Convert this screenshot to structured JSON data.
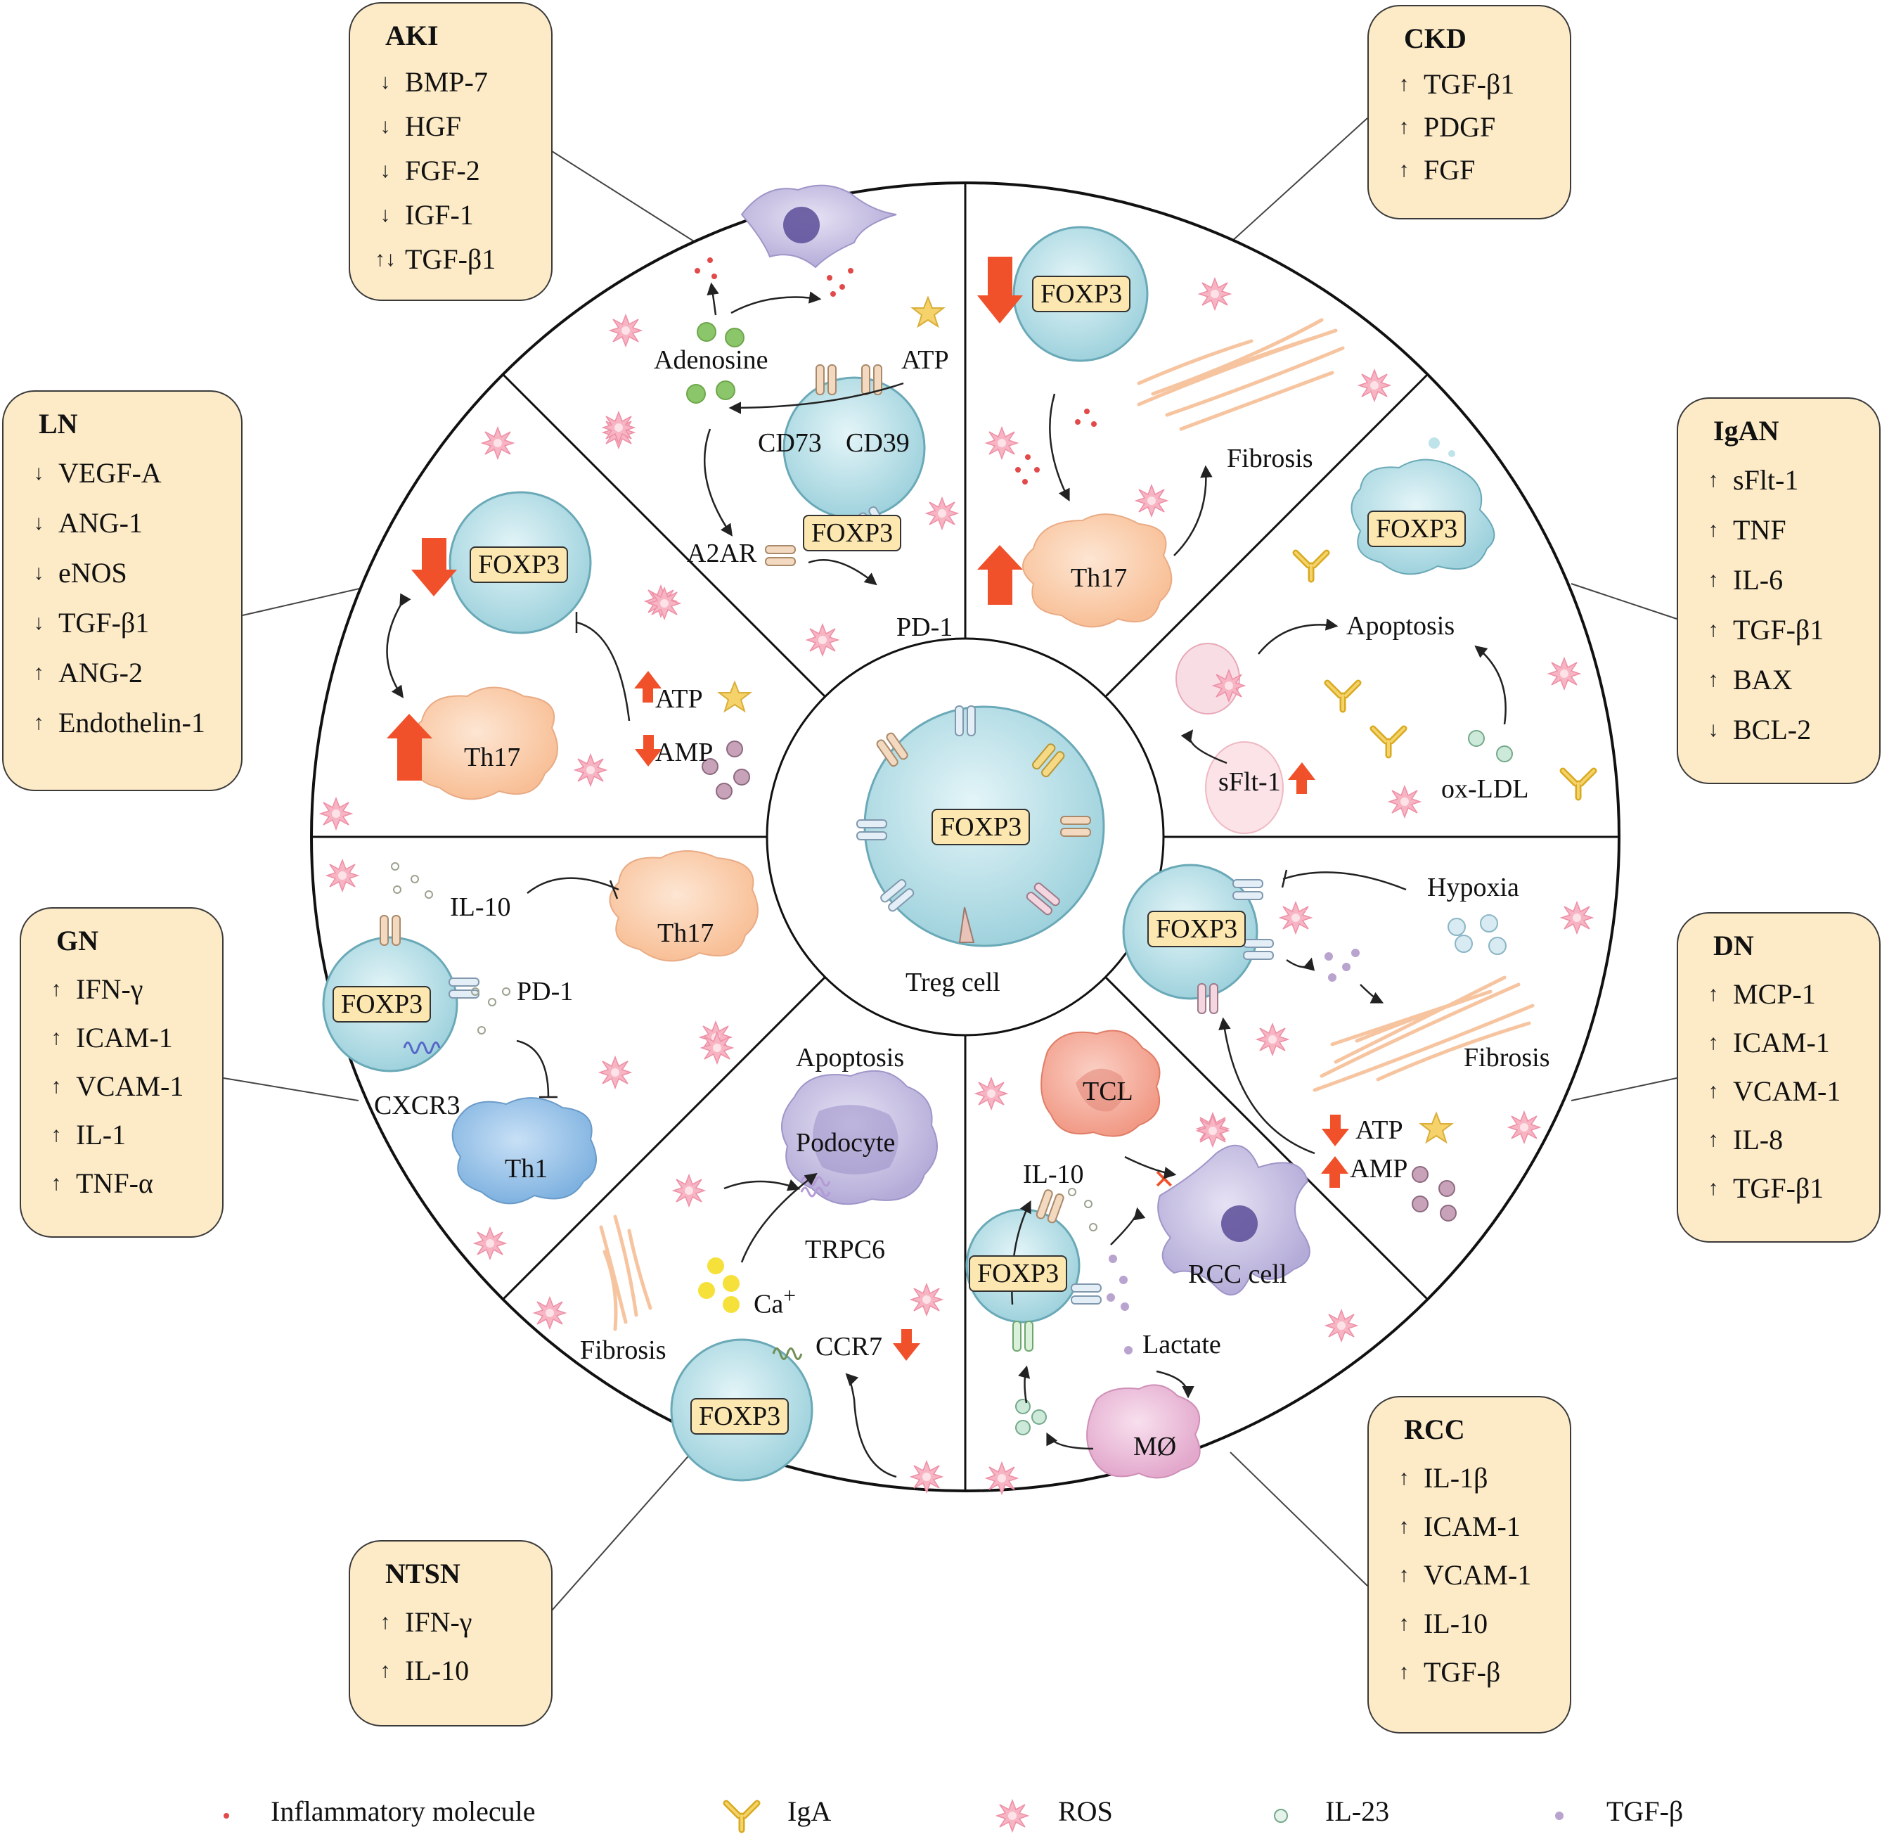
{
  "center": {
    "foxp3": "FOXP3",
    "caption": "Treg cell"
  },
  "boxes": {
    "aki": {
      "title": "AKI",
      "items": [
        {
          "dir": "↓",
          "text": "BMP-7"
        },
        {
          "dir": "↓",
          "text": "HGF"
        },
        {
          "dir": "↓",
          "text": "FGF-2"
        },
        {
          "dir": "↓",
          "text": "IGF-1"
        },
        {
          "dir": "↑↓",
          "text": "TGF-β1"
        }
      ]
    },
    "ckd": {
      "title": "CKD",
      "items": [
        {
          "dir": "↑",
          "text": "TGF-β1"
        },
        {
          "dir": "↑",
          "text": "PDGF"
        },
        {
          "dir": "↑",
          "text": "FGF"
        }
      ]
    },
    "ln": {
      "title": "LN",
      "items": [
        {
          "dir": "↓",
          "text": "VEGF-A"
        },
        {
          "dir": "↓",
          "text": "ANG-1"
        },
        {
          "dir": "↓",
          "text": "eNOS"
        },
        {
          "dir": "↓",
          "text": "TGF-β1"
        },
        {
          "dir": "↑",
          "text": "ANG-2"
        },
        {
          "dir": "↑",
          "text": "Endothelin-1"
        }
      ]
    },
    "igan": {
      "title": "IgAN",
      "items": [
        {
          "dir": "↑",
          "text": "sFlt-1"
        },
        {
          "dir": "↑",
          "text": "TNF"
        },
        {
          "dir": "↑",
          "text": "IL-6"
        },
        {
          "dir": "↑",
          "text": "TGF-β1"
        },
        {
          "dir": "↑",
          "text": "BAX"
        },
        {
          "dir": "↓",
          "text": "BCL-2"
        }
      ]
    },
    "gn": {
      "title": "GN",
      "items": [
        {
          "dir": "↑",
          "text": "IFN-γ"
        },
        {
          "dir": "↑",
          "text": "ICAM-1"
        },
        {
          "dir": "↑",
          "text": "VCAM-1"
        },
        {
          "dir": "↑",
          "text": "IL-1"
        },
        {
          "dir": "↑",
          "text": "TNF-α"
        }
      ]
    },
    "dn": {
      "title": "DN",
      "items": [
        {
          "dir": "↑",
          "text": "MCP-1"
        },
        {
          "dir": "↑",
          "text": "ICAM-1"
        },
        {
          "dir": "↑",
          "text": "VCAM-1"
        },
        {
          "dir": "↑",
          "text": "IL-8"
        },
        {
          "dir": "↑",
          "text": "TGF-β1"
        }
      ]
    },
    "ntsn": {
      "title": "NTSN",
      "items": [
        {
          "dir": "↑",
          "text": "IFN-γ"
        },
        {
          "dir": "↑",
          "text": "IL-10"
        }
      ]
    },
    "rcc": {
      "title": "RCC",
      "items": [
        {
          "dir": "↑",
          "text": "IL-1β"
        },
        {
          "dir": "↑",
          "text": "ICAM-1"
        },
        {
          "dir": "↑",
          "text": "VCAM-1"
        },
        {
          "dir": "↑",
          "text": "IL-10"
        },
        {
          "dir": "↑",
          "text": "TGF-β"
        }
      ]
    }
  },
  "sectors": {
    "aki": {
      "adenosine": "Adenosine",
      "atp": "ATP",
      "cd73": "CD73",
      "cd39": "CD39",
      "a2ar": "A2AR",
      "pd1": "PD-1",
      "foxp3": "FOXP3"
    },
    "ckd": {
      "foxp3": "FOXP3",
      "fibrosis": "Fibrosis",
      "th17": "Th17"
    },
    "ln": {
      "foxp3": "FOXP3",
      "th17": "Th17",
      "atp": "ATP",
      "amp": "AMP"
    },
    "igan": {
      "foxp3": "FOXP3",
      "apoptosis": "Apoptosis",
      "sflt1": "sFlt-1",
      "oxldl": "ox-LDL"
    },
    "gn": {
      "il10": "IL-10",
      "th17": "Th17",
      "foxp3": "FOXP3",
      "pd1": "PD-1",
      "cxcr3": "CXCR3",
      "th1": "Th1"
    },
    "dn": {
      "foxp3": "FOXP3",
      "hypoxia": "Hypoxia",
      "fibrosis": "Fibrosis",
      "atp": "ATP",
      "amp": "AMP"
    },
    "ntsn": {
      "apoptosis": "Apoptosis",
      "podocyte": "Podocyte",
      "trpc6": "TRPC6",
      "ca": "Ca",
      "ca_sup": "+",
      "fibrosis": "Fibrosis",
      "ccr7": "CCR7",
      "foxp3": "FOXP3"
    },
    "rcc": {
      "tcl": "TCL",
      "il10": "IL-10",
      "rcc_cell": "RCC cell",
      "foxp3": "FOXP3",
      "lactate": "Lactate",
      "mo": "MØ"
    }
  },
  "legend": [
    {
      "icon": "inflammatory-molecule-icon",
      "label": "Inflammatory molecule"
    },
    {
      "icon": "iga-icon",
      "label": "IgA"
    },
    {
      "icon": "ros-icon",
      "label": "ROS"
    },
    {
      "icon": "il23-icon",
      "label": "IL-23"
    },
    {
      "icon": "tgfb-icon",
      "label": "TGF-β"
    }
  ],
  "colors": {
    "box_fill": "#fdebc8",
    "cell_fill": "#bfe3ea",
    "th17_fill": "#fbd5b8",
    "th1_fill": "#9cc7ea",
    "ros": "#f6a8b8",
    "arrow_red": "#f0502a",
    "iga": "#e0b52d",
    "tgfb": "#b9a3cf",
    "il23": "#cde9d9"
  }
}
